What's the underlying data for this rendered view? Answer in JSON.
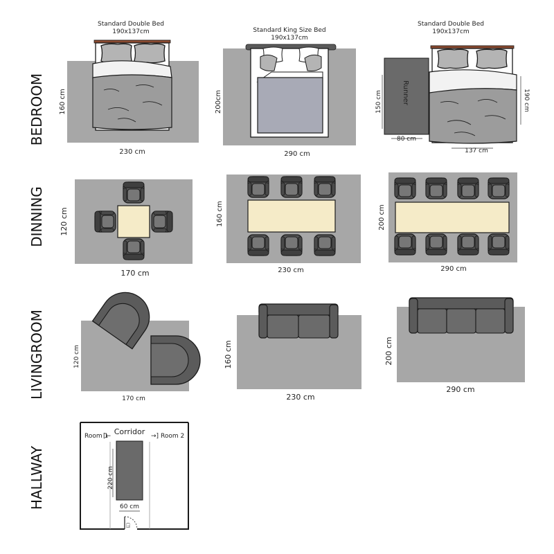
{
  "colors": {
    "rug": "#a7a7a7",
    "rug_dark": "#6a6a6a",
    "sheet": "#9c9c9c",
    "pillow": "#b4b4b4",
    "white": "#ffffff",
    "table": "#f5ebc8",
    "chair": "#555555",
    "chair_seat": "#777777",
    "sofa": "#5b5b5b",
    "headboard": "#8a4a30",
    "outline": "#1a1a1a",
    "king_sheet": "#a8aab6"
  },
  "rooms": {
    "bedroom": "BEDROOM",
    "dinning": "DINNING",
    "livingroom": "LIVINGROOM",
    "hallway": "HALLWAY"
  },
  "bedroom": {
    "bed1": {
      "title": "Standard Double Bed",
      "size": "190x137cm",
      "width": "230 cm",
      "height": "160 cm"
    },
    "bed2": {
      "title": "Standard King Size Bed",
      "size": "190x137cm",
      "width": "290 cm",
      "height": "200cm"
    },
    "bed3": {
      "title": "Standard Double Bed",
      "size": "190x137cm",
      "runner": "Runner",
      "runner_width": "80 cm",
      "runner_height": "150 cm",
      "bed_width": "137 cm",
      "bed_height": "190 cm"
    }
  },
  "dinning": {
    "t1": {
      "width": "170 cm",
      "height": "120 cm"
    },
    "t2": {
      "width": "230 cm",
      "height": "160 cm"
    },
    "t3": {
      "width": "290 cm",
      "height": "200 cm"
    }
  },
  "living": {
    "l1": {
      "width": "170 cm",
      "height": "120 cm"
    },
    "l2": {
      "width": "230 cm",
      "height": "160 cm"
    },
    "l3": {
      "width": "290 cm",
      "height": "200 cm"
    }
  },
  "hallway": {
    "corridor": "Corridor",
    "room1": "Room 1",
    "room2": "Room 2",
    "width": "60 cm",
    "height": "220 cm"
  }
}
